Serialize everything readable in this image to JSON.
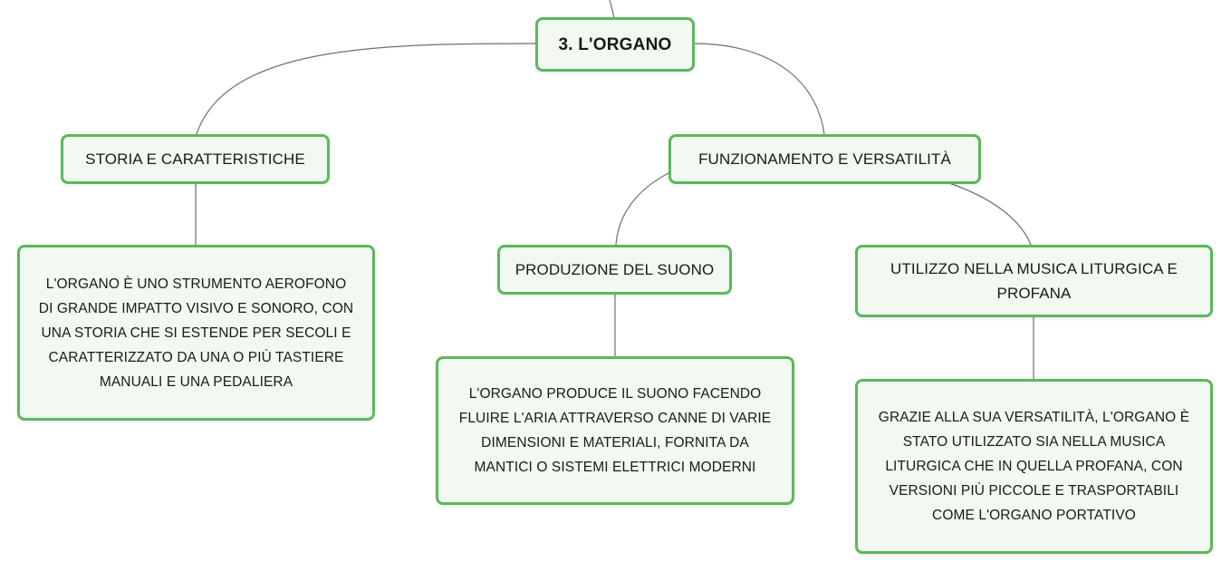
{
  "colors": {
    "node_border": "#5cb85c",
    "node_fill": "#f1f9f1",
    "connector": "#6f6f6f",
    "background": "#ffffff"
  },
  "mindmap": {
    "root": {
      "label": "3. L'ORGANO"
    },
    "branches": [
      {
        "label": "STORIA E CARATTERISTICHE",
        "detail": "L'ORGANO È UNO STRUMENTO AEROFONO\nDI GRANDE IMPATTO VISIVO E SONORO, CON\nUNA STORIA CHE SI ESTENDE PER SECOLI E\nCARATTERIZZATO DA UNA O PIÙ TASTIERE\nMANUALI E UNA PEDALIERA"
      },
      {
        "label": "FUNZIONAMENTO E VERSATILITÀ",
        "children": [
          {
            "label": "PRODUZIONE DEL SUONO",
            "detail": "L'ORGANO PRODUCE IL SUONO FACENDO\nFLUIRE L'ARIA ATTRAVERSO CANNE DI VARIE\nDIMENSIONI E MATERIALI, FORNITA DA\nMANTICI O SISTEMI ELETTRICI MODERNI"
          },
          {
            "label": "UTILIZZO NELLA MUSICA LITURGICA E\nPROFANA",
            "detail": "GRAZIE ALLA SUA VERSATILITÀ, L'ORGANO È\nSTATO UTILIZZATO SIA NELLA MUSICA\nLITURGICA CHE IN QUELLA PROFANA, CON\nVERSIONI PIÙ PICCOLE E TRASPORTABILI\nCOME L'ORGANO PORTATIVO"
          }
        ]
      }
    ]
  }
}
